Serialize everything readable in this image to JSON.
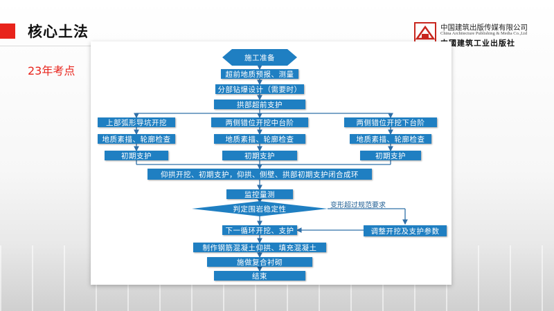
{
  "header": {
    "title": "核心土法",
    "subtitle": "23年考点"
  },
  "publisher": {
    "name_cn": "中国建筑出版传媒有限公司",
    "name_en": "China Architecture Publishing & Media Co.,Ltd",
    "name_cn_calligraphy": "中國建筑工业出版社"
  },
  "colors": {
    "accent": "#e8231b",
    "node_fill": "#1f7fc2",
    "edge": "#2e6fa8"
  },
  "flowchart": {
    "start": "施工准备",
    "steps_top": [
      "超前地质预报、测量",
      "分部钻爆设计（需要时）",
      "拱部超前支护"
    ],
    "left_branch": [
      "上部弧形导坑开挖",
      "地质素描、轮廓检查",
      "初期支护"
    ],
    "middle_branch": [
      "两侧错位开挖中台阶",
      "地质素描、轮廓检查",
      "初期支护"
    ],
    "right_branch": [
      "两侧错位开挖下台阶",
      "地质素描、轮廓检查",
      "初期支护"
    ],
    "merge": "仰拱开挖、初期支护，仰拱、侧壁、拱部初期支护闭合成环",
    "monitor": "监控量测",
    "decision": "判定围岩稳定性",
    "edge_label": "变形超过规范要求",
    "adjust": "调整开挖及支护参数",
    "next_cycle": "下一循环开挖、支护",
    "rebar": "制作钢筋混凝土仰拱、填充混凝土",
    "lining": "施做复合衬砌",
    "end": "结束"
  }
}
